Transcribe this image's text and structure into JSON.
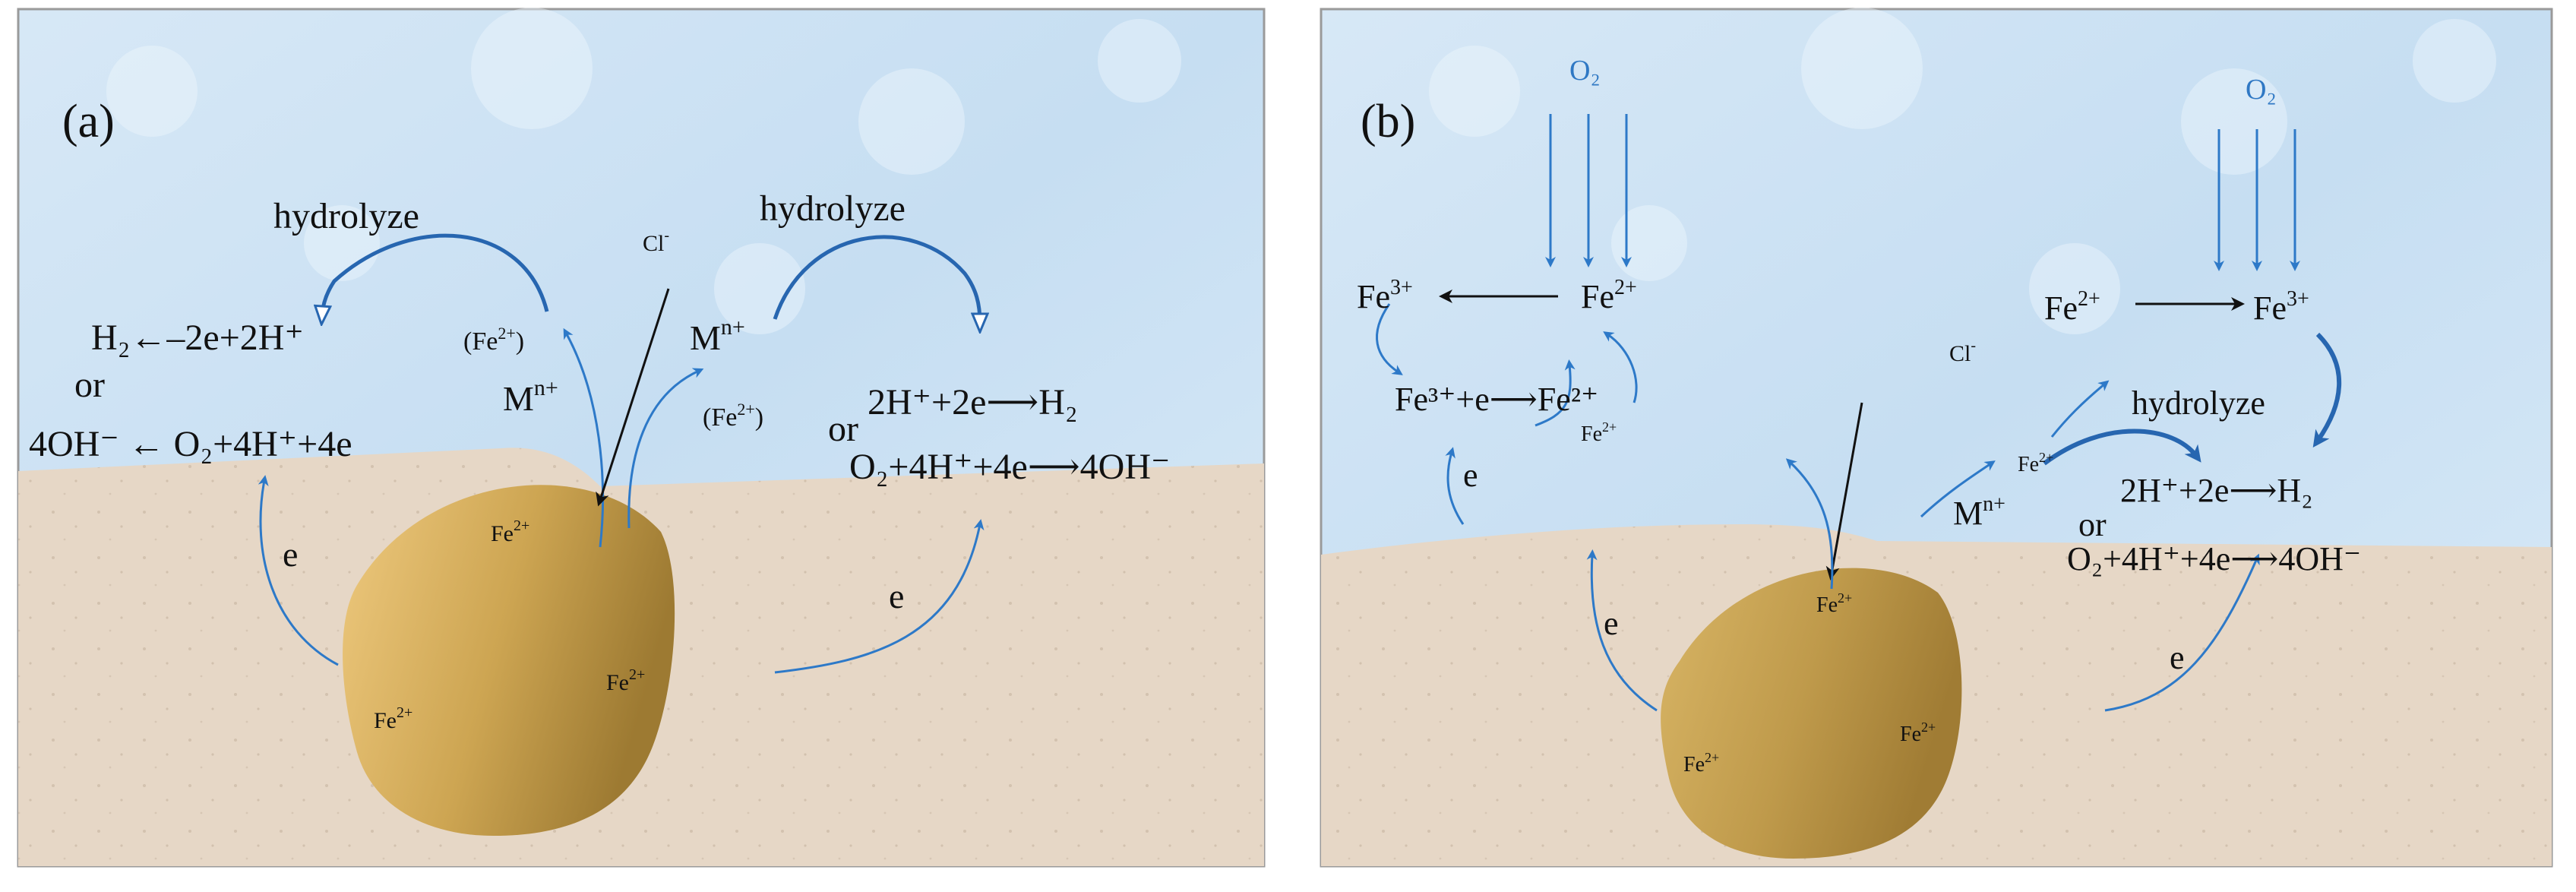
{
  "colors": {
    "water": "#cfe3f4",
    "water_light": "#eaf3fb",
    "soil": "#e6d7c6",
    "soil_dark": "#d9c8b4",
    "particle_light": "#eac77a",
    "particle_dark": "#a98233",
    "arrow_blue": "#2d79c8",
    "arrow_dark_blue": "#2766b0",
    "text": "#111111",
    "o2_blue": "#2f78c4",
    "panel_border": "#9a9a9a"
  },
  "panel_a": {
    "label": "(a)",
    "hydrolyze_left": "hydrolyze",
    "hydrolyze_right": "hydrolyze",
    "chloride": {
      "base": "Cl",
      "sup": "-"
    },
    "fe2_paren_left": {
      "pre": "(Fe",
      "sup": "2+",
      "post": ")"
    },
    "fe2_paren_right": {
      "pre": "(Fe",
      "sup": "2+",
      "post": ")"
    },
    "metal_ion_left": {
      "base": "M",
      "sup": "n+"
    },
    "metal_ion_right": {
      "base": "M",
      "sup": "n+"
    },
    "left_eq_1": "H₂←–2e+2H⁺",
    "left_or": "or",
    "left_eq_2": "4OH⁻ ← O₂+4H⁺+4e",
    "right_eq_1": "2H⁺+2e⟶H₂",
    "right_or": "or",
    "right_eq_2": "O₂+4H⁺+4e⟶4OH⁻",
    "e_left": "e",
    "e_right": "e",
    "fe2_top": {
      "base": "Fe",
      "sup": "2+"
    },
    "fe2_mid": {
      "base": "Fe",
      "sup": "2+"
    },
    "fe2_bottom": {
      "base": "Fe",
      "sup": "2+"
    }
  },
  "panel_b": {
    "label": "(b)",
    "o2_left": "O₂",
    "o2_right": "O₂",
    "fe3_left": {
      "base": "Fe",
      "sup": "3+"
    },
    "fe2_left": {
      "base": "Fe",
      "sup": "2+"
    },
    "fe_reduction": "Fe³⁺+e⟶Fe²⁺",
    "e_mid": "e",
    "fe2_small_left": {
      "base": "Fe",
      "sup": "2+"
    },
    "chloride": {
      "base": "Cl",
      "sup": "-"
    },
    "fe2_small_right": {
      "base": "Fe",
      "sup": "2+"
    },
    "metal_ion": {
      "base": "M",
      "sup": "n+"
    },
    "fe2_right": {
      "base": "Fe",
      "sup": "2+"
    },
    "fe3_right": {
      "base": "Fe",
      "sup": "3+"
    },
    "hydrolyze": "hydrolyze",
    "right_eq_1": "2H⁺+2e⟶H₂",
    "right_or": "or",
    "right_eq_2": "O₂+4H⁺+4e⟶4OH⁻",
    "e_left": "e",
    "e_right": "e",
    "fe2_top": {
      "base": "Fe",
      "sup": "2+"
    },
    "fe2_mid": {
      "base": "Fe",
      "sup": "2+"
    },
    "fe2_bottom": {
      "base": "Fe",
      "sup": "2+"
    }
  }
}
